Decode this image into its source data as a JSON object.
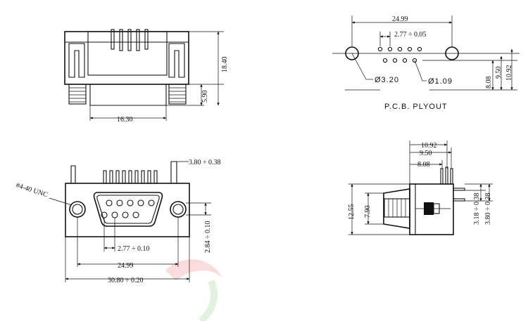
{
  "top_left_view": {
    "dim_height": "18.40",
    "dim_lower": "5.90",
    "dim_width": "16.30"
  },
  "pcb_layout": {
    "dim_overall": "24.99",
    "dim_pitch": "2.77 ÷ 0.05",
    "dim_mount_hole": "Ø3.20",
    "dim_pin_hole": "Ø1.09",
    "dim_row1": "8.08",
    "dim_row2": "9.50",
    "dim_row3": "10.92",
    "caption": "P.C.B.  PLYOUT"
  },
  "front_view": {
    "thread_label": "#4-40 UNC",
    "dim_top_offset": "3.80 ÷ 0.38",
    "dim_row_spacing": "2.84 ÷ 0.10",
    "dim_pin_pitch": "2.77 ÷ 0.10",
    "dim_hole_spacing": "24.99",
    "dim_overall_width": "30.80 ÷ 0.20"
  },
  "side_view": {
    "dim_a": "10.92",
    "dim_b": "9.50",
    "dim_c": "8.08",
    "dim_height": "12.55",
    "dim_shell": "7.90",
    "dim_pin1": "3.18 ÷ 0.38",
    "dim_pin2": "3.80 ÷ 0.38"
  }
}
